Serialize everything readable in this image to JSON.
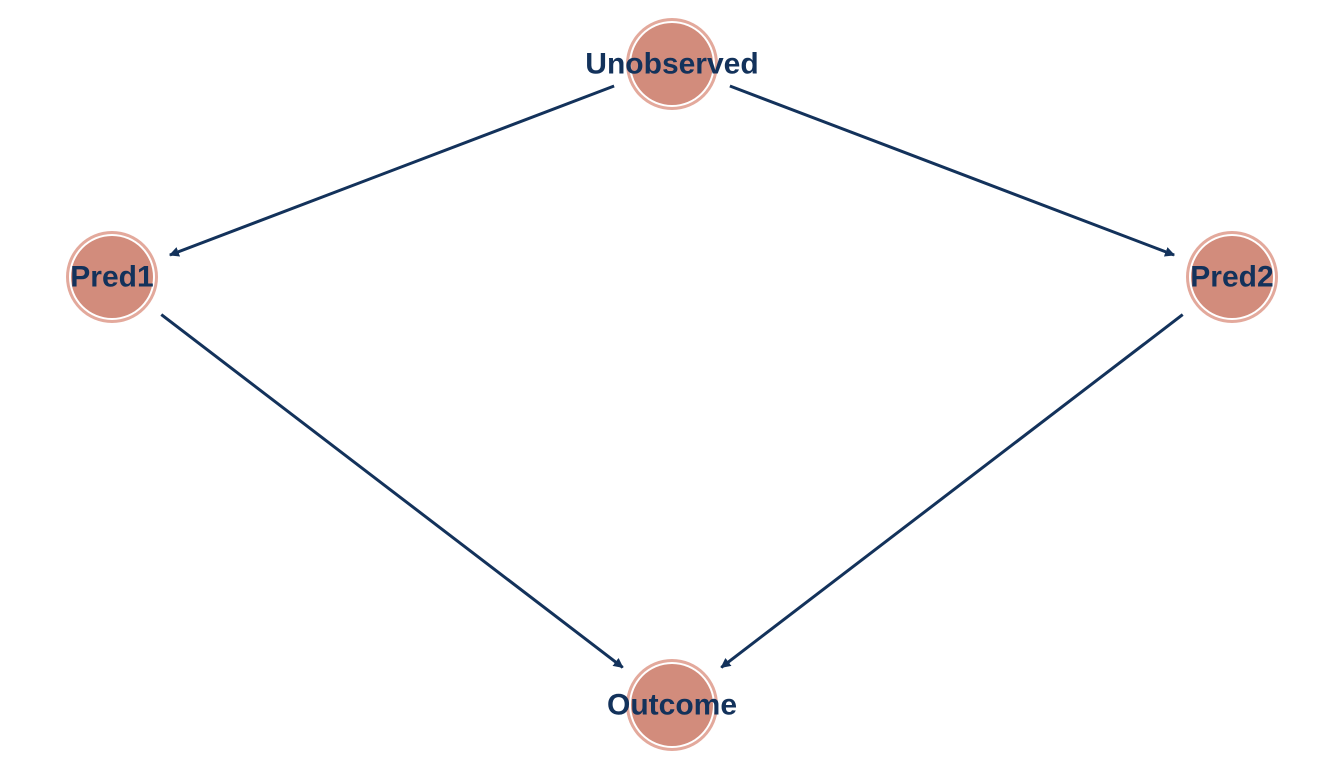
{
  "diagram": {
    "type": "directed-acyclic-graph",
    "colors": {
      "node_fill": "#d28c7c",
      "node_ring": "#e3a99c",
      "edge": "#13325b",
      "label": "#13325b",
      "background": "#ffffff"
    },
    "nodes": [
      {
        "id": "unobserved",
        "label": "Unobserved"
      },
      {
        "id": "pred1",
        "label": "Pred1"
      },
      {
        "id": "pred2",
        "label": "Pred2"
      },
      {
        "id": "outcome",
        "label": "Outcome"
      }
    ],
    "edges": [
      {
        "from": "unobserved",
        "to": "pred1"
      },
      {
        "from": "unobserved",
        "to": "pred2"
      },
      {
        "from": "pred1",
        "to": "outcome"
      },
      {
        "from": "pred2",
        "to": "outcome"
      }
    ]
  }
}
